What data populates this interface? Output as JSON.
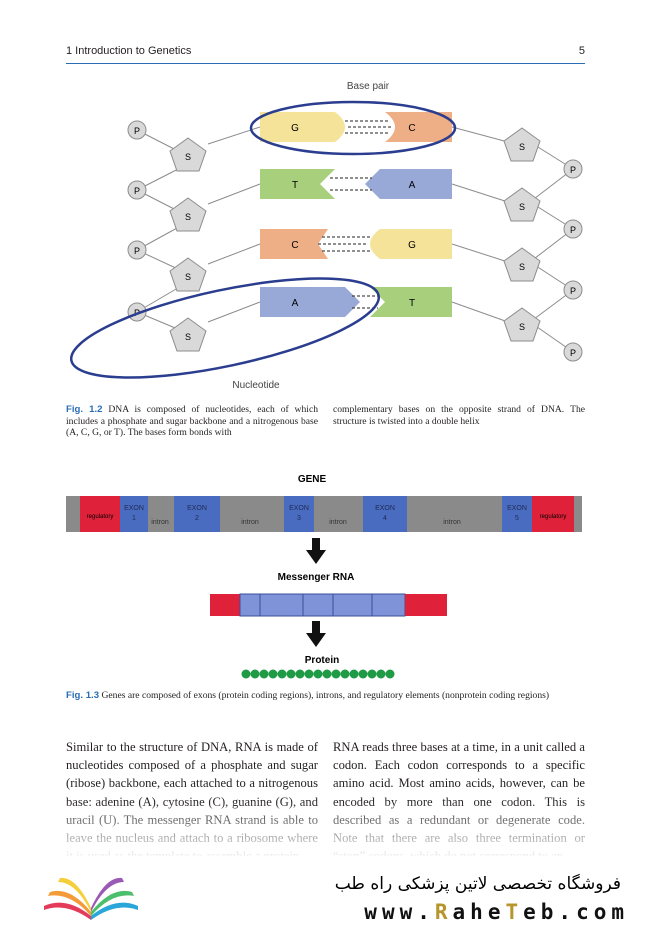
{
  "header": {
    "chapter": "1   Introduction to Genetics",
    "page": "5"
  },
  "fig12": {
    "label_top": "Base pair",
    "label_bottom": "Nucleotide",
    "P": "P",
    "S": "S",
    "rows": [
      {
        "left": "G",
        "right": "C"
      },
      {
        "left": "T",
        "right": "A"
      },
      {
        "left": "C",
        "right": "G"
      },
      {
        "left": "A",
        "right": "T"
      }
    ],
    "colors": {
      "G": "#f5e39a",
      "C": "#eeae86",
      "T": "#a8cf7c",
      "A": "#98a9d8"
    },
    "caption_label": "Fig. 1.2",
    "caption_col1": "DNA is composed of nucleotides, each of which includes a phosphate and sugar backbone and a nitrogenous base (A, C, G, or T). The bases form bonds with",
    "caption_col2": "complementary bases on the opposite strand of DNA. The structure is twisted into a double helix"
  },
  "fig13": {
    "title": "GENE",
    "regulatory": "regulatory",
    "intron": "intron",
    "exons": [
      {
        "word": "EXON",
        "num": "1"
      },
      {
        "word": "EXON",
        "num": "2"
      },
      {
        "word": "EXON",
        "num": "3"
      },
      {
        "word": "EXON",
        "num": "4"
      },
      {
        "word": "EXON",
        "num": "5"
      }
    ],
    "mrna_label": "Messenger RNA",
    "protein_label": "Protein",
    "caption_label": "Fig. 1.3",
    "caption_text": "Genes are composed of exons (protein coding regions), introns, and regulatory elements (nonprotein coding regions)"
  },
  "body": {
    "col1": "Similar to the structure of DNA, RNA is made of nucleotides composed of a phosphate and sugar (ribose) backbone, each attached to a nitrogenous base: adenine (A), cytosine (C), guanine (G), and uracil (U). The messenger RNA strand is able to leave the nucleus and attach to a ribosome where it is used as the template to assemble a protein.",
    "col2": "RNA reads three bases at a time, in a unit called a codon. Each codon corresponds to a specific amino acid. Most amino acids, however, can be encoded by more than one codon. This is described as a redundant or degenerate code. Note that there are also three termination or “stop” codons, which do not correspond to an"
  },
  "footer": {
    "persian": "فروشگاه تخصصی لاتین پزشکی  راه طب",
    "www": "www.",
    "brand_1": "R",
    "brand_2": "ahe",
    "brand_3": "T",
    "brand_4": "eb",
    "tld": ".com"
  }
}
